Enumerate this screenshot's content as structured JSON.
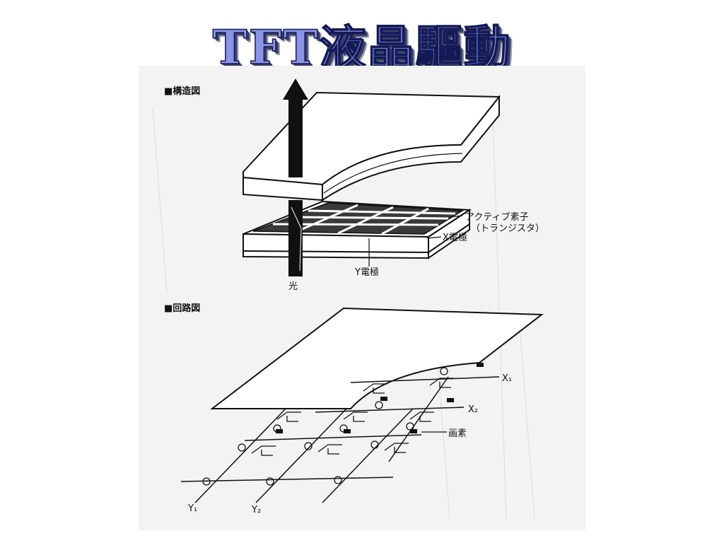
{
  "slide": {
    "title": "TFT液晶驅動"
  },
  "figure": {
    "structure_heading": "■構造図",
    "circuit_heading": "■回路図",
    "labels": {
      "active_element": "アクティブ素子",
      "transistor": "（トランジスタ）",
      "x_electrode": "X電極",
      "y_electrode": "Y電極",
      "light": "光",
      "pixel": "画素",
      "x1": "X₁",
      "x2": "X₂",
      "y1": "Y₁",
      "y2": "Y₂"
    }
  },
  "colors": {
    "title_fill": "#8a95e6",
    "title_outline": "#141a55",
    "scan_background": "#f3f3f3",
    "ink": "#111111"
  }
}
